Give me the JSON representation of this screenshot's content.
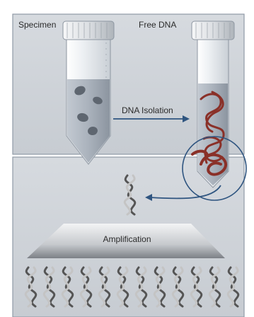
{
  "panel_top": {
    "specimen_label": "Specimen",
    "free_dna_label": "Free DNA",
    "process_label": "DNA Isolation"
  },
  "panel_bottom": {
    "process_label": "Amplification",
    "amplified_copies": 12
  },
  "colors": {
    "panel_bg": "#cdd2d8",
    "panel_border": "#8f9aa6",
    "tube_body": "#eef1f4",
    "tube_fluid": "#9aa3ae",
    "tube_cap": "#d9dde1",
    "arrow": "#2f5580",
    "dna_red": "#8a3028",
    "helix_dark": "#555555",
    "helix_light": "#c4c4c4",
    "trapezoid_light": "#f3f4f5",
    "trapezoid_dark": "#7c8086"
  },
  "icons": [
    "specimen-tube-icon",
    "free-dna-tube-icon",
    "arrow-right-icon",
    "magnifier-circle-icon",
    "dna-helix-icon"
  ]
}
